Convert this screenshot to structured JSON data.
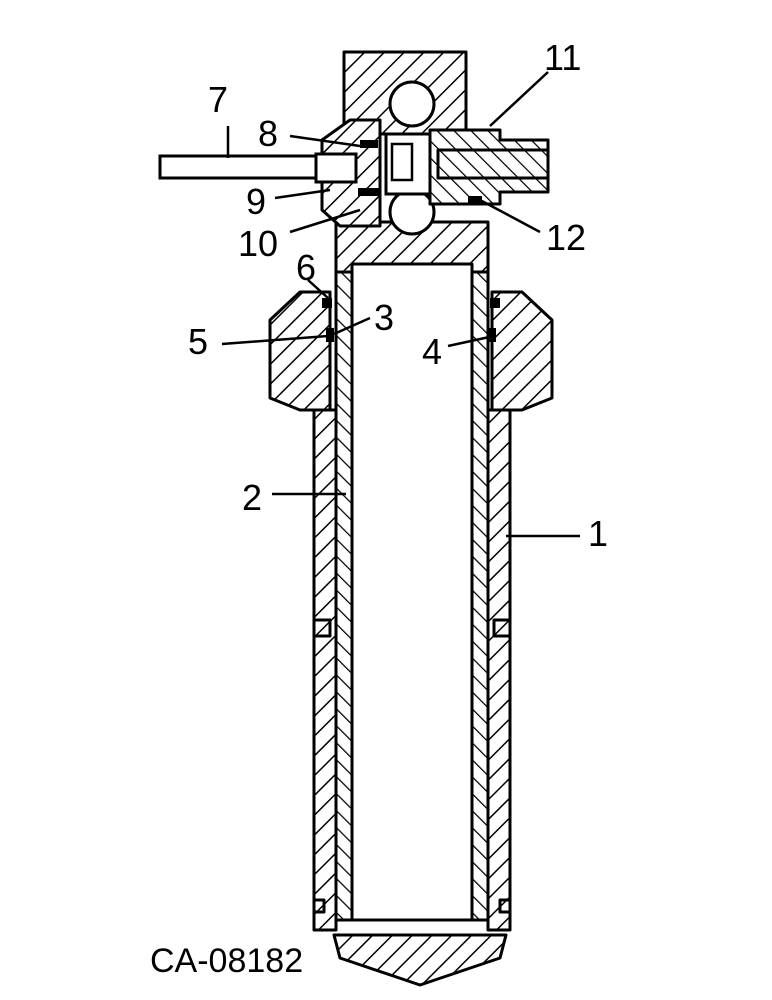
{
  "figure": {
    "reference_code": "CA-08182",
    "callouts": [
      {
        "id": "1",
        "label": "1"
      },
      {
        "id": "2",
        "label": "2"
      },
      {
        "id": "3",
        "label": "3"
      },
      {
        "id": "4",
        "label": "4"
      },
      {
        "id": "5",
        "label": "5"
      },
      {
        "id": "6",
        "label": "6"
      },
      {
        "id": "7",
        "label": "7"
      },
      {
        "id": "8",
        "label": "8"
      },
      {
        "id": "9",
        "label": "9"
      },
      {
        "id": "10",
        "label": "10"
      },
      {
        "id": "11",
        "label": "11"
      },
      {
        "id": "12",
        "label": "12"
      }
    ]
  }
}
